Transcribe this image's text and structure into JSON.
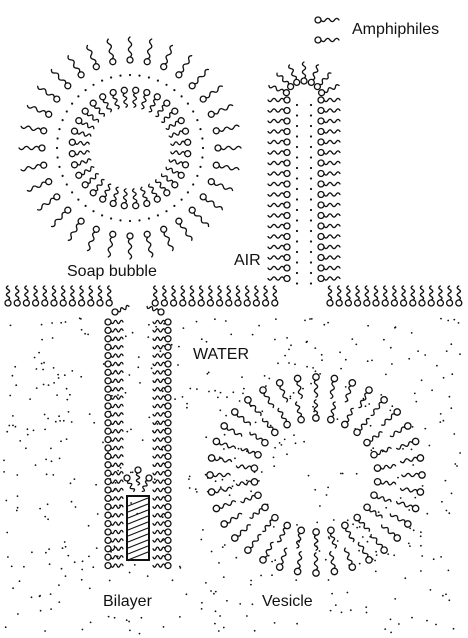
{
  "labels": {
    "amphiphiles": "Amphiphiles",
    "soap_bubble": "Soap  bubble",
    "air": "AIR",
    "water": "WATER",
    "bilayer": "Bilayer",
    "vesicle": "Vesicle"
  },
  "colors": {
    "ink": "#111111",
    "background": "#ffffff"
  }
}
